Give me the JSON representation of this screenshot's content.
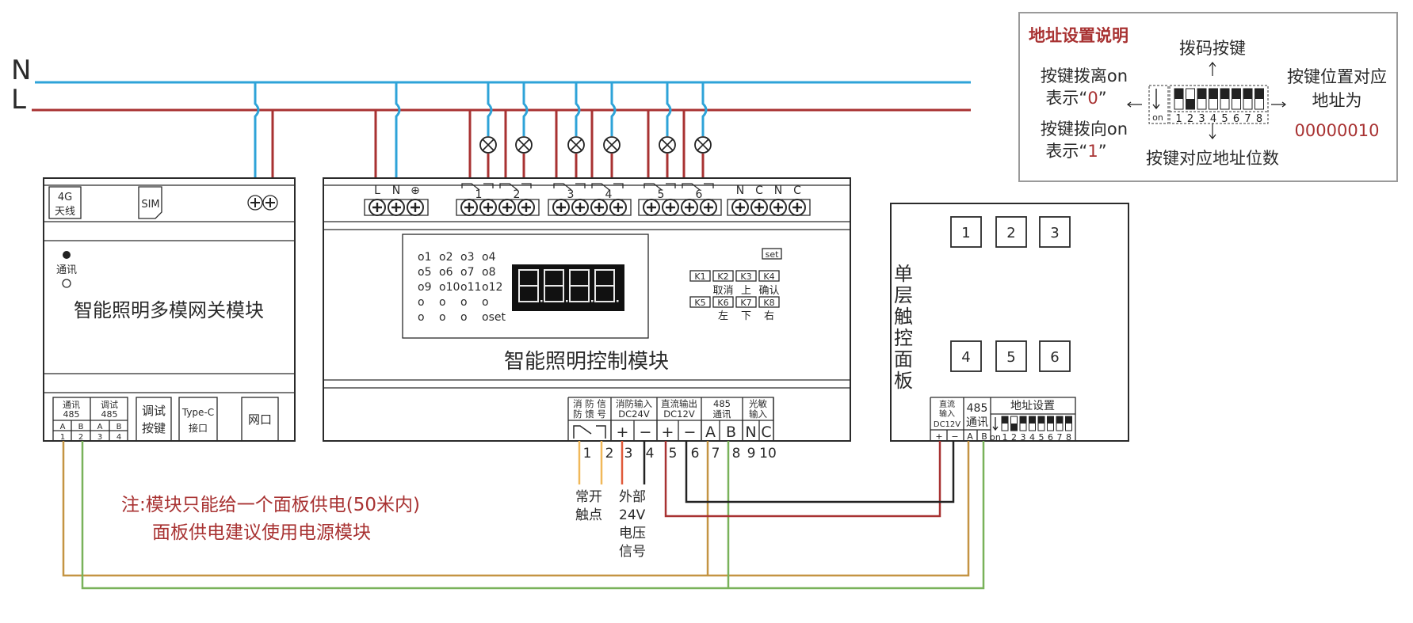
{
  "bus": {
    "n_label": "N",
    "l_label": "L",
    "n_color": "#2ea3d8",
    "l_color": "#a83232"
  },
  "gateway": {
    "title": "智能照明多模网关模块",
    "antenna_line1": "4G",
    "antenna_line2": "天线",
    "sim": "SIM",
    "comm_led": "通讯",
    "ports": {
      "comm485_line1": "通讯",
      "comm485_line2": "485",
      "debug485_line1": "调试",
      "debug485_line2": "485",
      "pins": [
        "A",
        "B",
        "A",
        "B"
      ],
      "nums": [
        "1",
        "2",
        "3",
        "4"
      ],
      "debug_button_line1": "调试",
      "debug_button_line2": "按键",
      "typec_line1": "Type-C",
      "typec_line2": "接口",
      "net_port": "网口"
    }
  },
  "controller": {
    "title": "智能照明控制模块",
    "power_terms": [
      "L",
      "N",
      "⊕"
    ],
    "relays": [
      "1",
      "2",
      "3",
      "4",
      "5",
      "6"
    ],
    "nc_terms": [
      "N",
      "C",
      "N",
      "C"
    ],
    "leds": [
      [
        "o1",
        "o2",
        "o3",
        "o4"
      ],
      [
        "o5",
        "o6",
        "o7",
        "o8"
      ],
      [
        "o9",
        "o10",
        "o11",
        "o12"
      ],
      [
        "o",
        "o",
        "o",
        "o"
      ],
      [
        "o",
        "o",
        "o",
        "oset"
      ]
    ],
    "display": "8.8.8.8.",
    "set_key": "set",
    "keys_row1": [
      "K1",
      "K2",
      "K3",
      "K4"
    ],
    "keys_row1_labels": [
      "",
      "取消",
      "上",
      "确认"
    ],
    "keys_row2": [
      "K5",
      "K6",
      "K7",
      "K8"
    ],
    "keys_row2_labels": [
      "",
      "左",
      "下",
      "右"
    ],
    "bottom_groups": [
      {
        "l1": "消 防 信",
        "l2": "防 馈 号"
      },
      {
        "l1": "消防输入",
        "l2": "DC24V"
      },
      {
        "l1": "直流输出",
        "l2": "DC12V"
      },
      {
        "l1": "485",
        "l2": "通讯"
      },
      {
        "l1": "光敏",
        "l2": "输入"
      }
    ],
    "bottom_pins": [
      "+",
      "−",
      "+",
      "−",
      "A",
      "B",
      "N",
      "C"
    ],
    "bottom_nums": [
      "1",
      "2",
      "3",
      "4",
      "5",
      "6",
      "7",
      "8",
      "9",
      "10"
    ],
    "no_contact_line1": "常开",
    "no_contact_line2": "触点",
    "ext_line1": "外部",
    "ext_line2": "24V",
    "ext_line3": "电压",
    "ext_line4": "信号"
  },
  "panel": {
    "title_chars": [
      "单",
      "层",
      "触",
      "控",
      "面",
      "板"
    ],
    "buttons": [
      "1",
      "2",
      "3",
      "4",
      "5",
      "6"
    ],
    "dc_line1": "直流",
    "dc_line2": "输入",
    "dc_line3": "DC12V",
    "comm_line1": "485",
    "comm_line2": "通讯",
    "addr_title": "地址设置",
    "pins": [
      "+",
      "−",
      "A",
      "B"
    ],
    "dip_on": "on",
    "dip_nums": [
      "1",
      "2",
      "3",
      "4",
      "5",
      "6",
      "7",
      "8"
    ]
  },
  "address_help": {
    "title": "地址设置说明",
    "dip_label": "拨码按键",
    "off_line1": "按键拨离on",
    "off_line2a": "表示“",
    "off_val": "0",
    "off_line2b": "”",
    "on_line1": "按键拨向on",
    "on_line2a": "表示“",
    "on_val": "1",
    "on_line2b": "”",
    "pos_line1": "按键位置对应",
    "pos_line2": "地址为",
    "address": "00000010",
    "bits_label": "按键对应地址位数",
    "dip_on": "on",
    "dip_nums": [
      "1",
      "2",
      "3",
      "4",
      "5",
      "6",
      "7",
      "8"
    ],
    "dip_states": [
      0,
      1,
      0,
      0,
      0,
      0,
      0,
      0
    ]
  },
  "note": {
    "line1": "注:模块只能给一个面板供电(50米内)",
    "line2": "面板供电建议使用电源模块"
  }
}
